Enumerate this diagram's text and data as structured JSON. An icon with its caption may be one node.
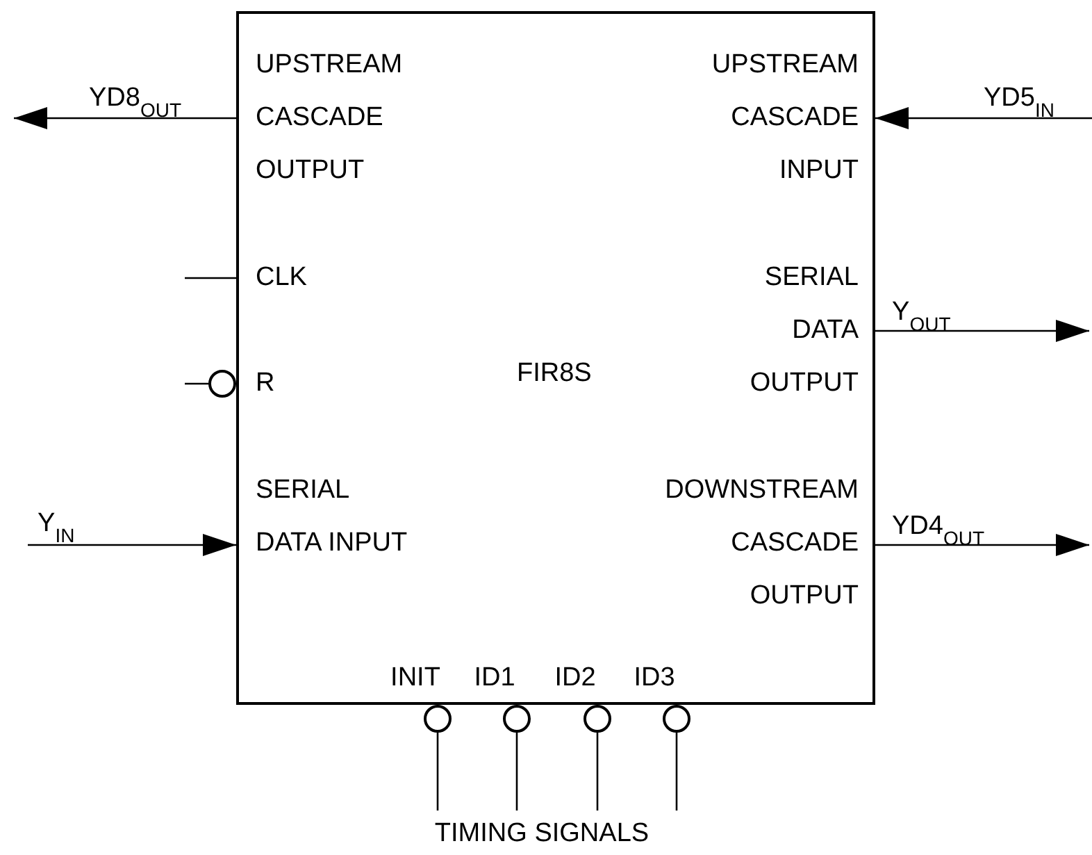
{
  "diagram": {
    "nodes": [
      {
        "text": [
          "FIR8S"
        ]
      },
      {
        "text": [
          "UPSTREAM CASCADE OUTPUT"
        ],
        "in": 0
      },
      {
        "text": [
          "UPSTREAM CASCADE INPUT"
        ],
        "in": 0
      },
      {
        "text": [
          "CLK"
        ],
        "in": 0
      },
      {
        "text": [
          "SERIAL DATA OUTPUT"
        ],
        "in": 0
      },
      {
        "text": [
          "R"
        ],
        "in": 0
      },
      {
        "text": [
          "SERIAL DATA INPUT"
        ],
        "in": 0
      },
      {
        "text": [
          "DOWNSTREAM CASCADE OUTPUT"
        ],
        "in": 0
      },
      {
        "text": [
          "INIT"
        ],
        "in": 0
      },
      {
        "text": [
          "ID1"
        ],
        "in": 0
      },
      {
        "text": [
          "ID2"
        ],
        "in": 0
      },
      {
        "text": [
          "ID3"
        ],
        "in": 0
      },
      {
        "text": [
          "TIMING SIGNALS"
        ]
      }
    ],
    "edges": [
      {
        "from": 0,
        "to": null,
        "arrow": "to",
        "label": "YD8$_{OUT}$"
      },
      {
        "from": null,
        "to": 0,
        "arrow": "to",
        "label": "YD5$_{IN}$"
      },
      {
        "from": null,
        "to": 0,
        "arrow": "none"
      },
      {
        "from": 0,
        "to": null,
        "arrow": "to",
        "label": "Y$_{OUT}$"
      },
      {
        "from": null,
        "to": 0,
        "arrow": "other"
      },
      {
        "from": null,
        "to": 0,
        "arrow": "to",
        "label": "Y$_{IN}$"
      },
      {
        "from": 0,
        "to": null,
        "arrow": "to",
        "label": "YD4$_{OUT}$"
      },
      {
        "from": 12,
        "to": 0,
        "arrow": "other"
      },
      {
        "from": 12,
        "to": 0,
        "arrow": "other"
      },
      {
        "from": 12,
        "to": 0,
        "arrow": "other"
      },
      {
        "from": 12,
        "to": 0,
        "arrow": "other"
      }
    ]
  }
}
